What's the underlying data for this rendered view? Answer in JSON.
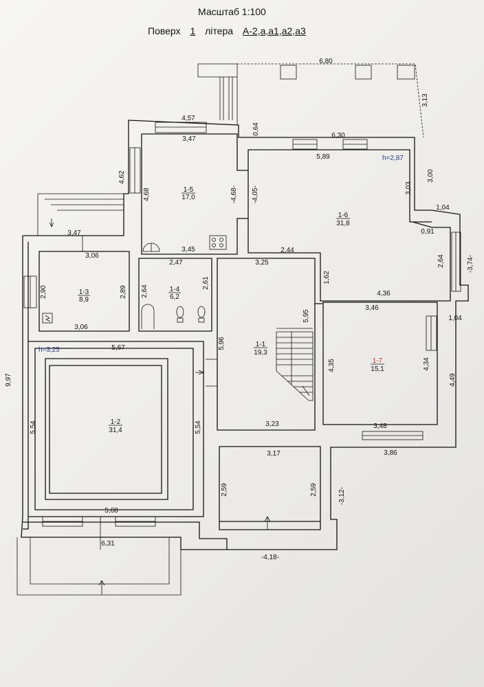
{
  "header": {
    "scale_label": "Масштаб 1:100",
    "floor_label": "Поверх",
    "floor_value": "1",
    "litera_label": "літера",
    "litera_value": "А-2,а,а1,а2,а3"
  },
  "rooms": [
    {
      "id": "1-1",
      "area": "19,3"
    },
    {
      "id": "1-2",
      "area": "31,4"
    },
    {
      "id": "1-3",
      "area": "8,9"
    },
    {
      "id": "1-4",
      "area": "6,2"
    },
    {
      "id": "1-5",
      "area": "17,0"
    },
    {
      "id": "1-6",
      "area": "31,8"
    },
    {
      "id": "1-7",
      "area": "15,1"
    }
  ],
  "heights": {
    "room_1_6": "h=2,87",
    "room_1_2": "h=3,25"
  },
  "dimensions": {
    "terrace_top": "6,80",
    "terrace_side": "3,13",
    "top_457": "4,57",
    "d_064": "0,64",
    "d_630": "6,30",
    "d_347_top": "3,47",
    "d_589": "5,89",
    "d_300": "3,00",
    "d_462": "4,62",
    "d_468_left": "4,68",
    "d_468_mid": "-4,68-",
    "d_405": "-4,05-",
    "d_303": "3,03",
    "d_104_top": "1,04",
    "d_091": "0,91",
    "d_347_left": "3,47",
    "d_306_top": "3,06",
    "d_345": "3,45",
    "d_244": "2,44",
    "d_325": "3,25",
    "d_247": "2,47",
    "d_162": "1,62",
    "d_264_right": "2,64",
    "d_374": "-3,74-",
    "d_290": "2,90",
    "d_289": "2,89",
    "d_264_bath": "2,64",
    "d_261": "2,61",
    "d_436": "4,36",
    "d_346": "3,46",
    "d_595": "5,95",
    "d_104_mid": "1,04",
    "d_306_bottom": "3,06",
    "d_567": "5,67",
    "d_596": "5,96",
    "d_435": "4,35",
    "d_434": "4,34",
    "d_449": "4,49",
    "d_997": "9,97",
    "d_554_left": "5,54",
    "d_554_right": "5,54",
    "d_323": "3,23",
    "d_348": "3,48",
    "d_317": "3,17",
    "d_386": "3,86",
    "d_259_left": "2,59",
    "d_259_right": "2,59",
    "d_312": "-3,12-",
    "d_568": "5,68",
    "d_631": "6,31",
    "d_418": "-4,18-"
  },
  "colors": {
    "line": "#111111",
    "area_blue": "#2a3a8a",
    "terrace_dash": "#333333"
  }
}
